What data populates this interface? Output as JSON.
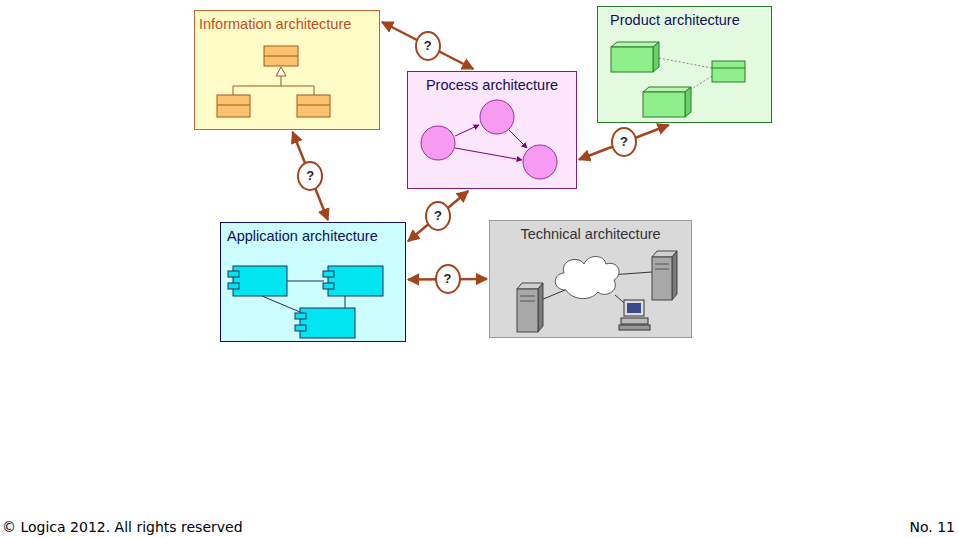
{
  "diagram": {
    "nodes": [
      {
        "text": [
          "Information architecture"
        ]
      },
      {
        "text": [
          "Process architecture"
        ]
      },
      {
        "text": [
          "Product architecture"
        ]
      },
      {
        "text": [
          "Application architecture"
        ]
      },
      {
        "text": [
          "Technical architecture"
        ]
      }
    ],
    "edges": [
      {
        "from": 0,
        "to": 1,
        "label": "?",
        "arrow": "both"
      },
      {
        "from": 1,
        "to": 2,
        "label": "?",
        "arrow": "both"
      },
      {
        "from": 0,
        "to": 3,
        "label": "?",
        "arrow": "both"
      },
      {
        "from": 1,
        "to": 3,
        "label": "?",
        "arrow": "both"
      },
      {
        "from": 3,
        "to": 4,
        "label": "?",
        "arrow": "both"
      }
    ],
    "labels": [
      "© Logica 2012. All rights reserved",
      "No. 11"
    ]
  }
}
